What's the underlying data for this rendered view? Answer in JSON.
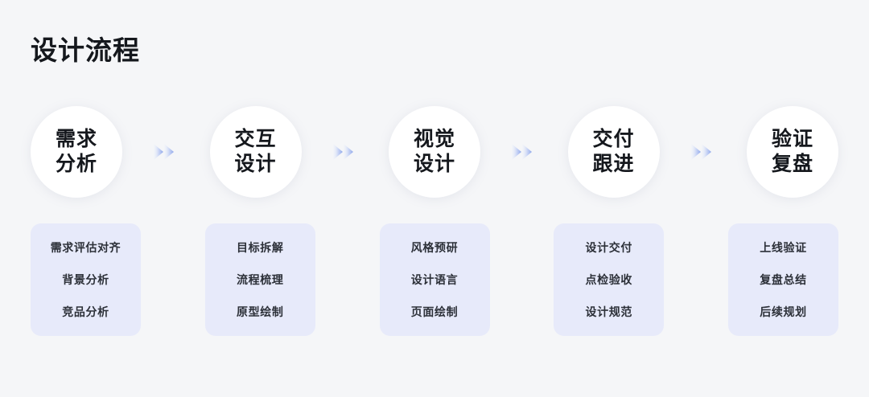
{
  "page": {
    "title": "设计流程",
    "background_color": "#f5f6f8",
    "card_color": "#e7eafa",
    "circle_color": "#ffffff",
    "text_color": "#15181d",
    "card_text_color": "#2c3038",
    "arrow_color_start": "#dfe6fb",
    "arrow_color_end": "#8ea6ea"
  },
  "flow": {
    "arrow_icon": "double-chevron-right-icon",
    "stages": [
      {
        "id": "requirement-analysis",
        "circle_line1": "需求",
        "circle_line2": "分析",
        "items": [
          "需求评估对齐",
          "背景分析",
          "竞品分析"
        ]
      },
      {
        "id": "interaction-design",
        "circle_line1": "交互",
        "circle_line2": "设计",
        "items": [
          "目标拆解",
          "流程梳理",
          "原型绘制"
        ]
      },
      {
        "id": "visual-design",
        "circle_line1": "视觉",
        "circle_line2": "设计",
        "items": [
          "风格预研",
          "设计语言",
          "页面绘制"
        ]
      },
      {
        "id": "delivery-followup",
        "circle_line1": "交付",
        "circle_line2": "跟进",
        "items": [
          "设计交付",
          "点检验收",
          "设计规范"
        ]
      },
      {
        "id": "validation-review",
        "circle_line1": "验证",
        "circle_line2": "复盘",
        "items": [
          "上线验证",
          "复盘总结",
          "后续规划"
        ]
      }
    ]
  }
}
